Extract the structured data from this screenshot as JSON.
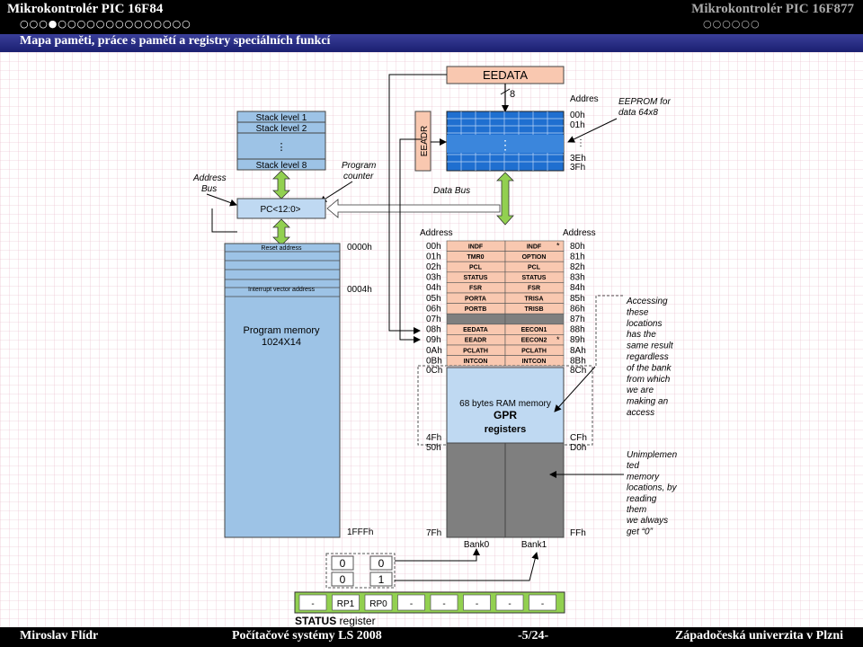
{
  "header": {
    "left_title": "Mikrokontrolér PIC 16F84",
    "right_title": "Mikrokontrolér PIC 16F877",
    "left_nav_dots": "○○○●○○○○○○○○○○○○○○",
    "right_nav_dots": "○○○○○○",
    "subtitle": "Mapa paměti, práce s pamětí a registry speciálních funkcí"
  },
  "footer": {
    "author": "Miroslav Flídr",
    "course": "Počítačové systémy LS 2008",
    "page": "-5/24-",
    "university": "Západočeská univerzita v Plzni"
  },
  "diagram": {
    "eedata_label": "EEDATA",
    "bus8_label": "8",
    "eeadr_label": "EEADR",
    "addres_header": "Addres",
    "eeprom_addrs": [
      "00h",
      "01h",
      "3Eh",
      "3Fh"
    ],
    "eeprom_note": [
      "EEPROM for",
      "data 64x8"
    ],
    "stack_levels": [
      "Stack level 1",
      "Stack level 2",
      "Stack level 8"
    ],
    "address_bus_label": [
      "Address",
      "Bus"
    ],
    "program_counter_label": [
      "Program",
      "counter"
    ],
    "pc_label": "PC<12:0>",
    "data_bus_label": "Data Bus",
    "reset_address": "Reset address",
    "interrupt_vector": "Interrupt vector address",
    "program_memory": [
      "Program memory",
      "1024X14"
    ],
    "pm_addresses": [
      "0000h",
      "0004h",
      "1FFFh"
    ],
    "address_header": "Address",
    "bank0_addrs": [
      "00h",
      "01h",
      "02h",
      "03h",
      "04h",
      "05h",
      "06h",
      "07h",
      "08h",
      "09h",
      "0Ah",
      "0Bh"
    ],
    "bank1_addrs": [
      "80h",
      "81h",
      "82h",
      "83h",
      "84h",
      "85h",
      "86h",
      "87h",
      "88h",
      "89h",
      "8Ah",
      "8Bh"
    ],
    "bank0_regs": [
      "INDF",
      "TMR0",
      "PCL",
      "STATUS",
      "FSR",
      "PORTA",
      "PORTB",
      "",
      "EEDATA",
      "EEADR",
      "PCLATH",
      "INTCON"
    ],
    "bank1_regs": [
      "INDF",
      "OPTION",
      "PCL",
      "STATUS",
      "FSR",
      "TRISA",
      "TRISB",
      "",
      "EECON1",
      "EECON2",
      "PCLATH",
      "INTCON"
    ],
    "star_marks": [
      "*",
      "*"
    ],
    "gpr_addrs_left": [
      "0Ch",
      "4Fh",
      "50h",
      "7Fh"
    ],
    "gpr_addrs_right": [
      "8Ch",
      "CFh",
      "D0h",
      "FFh"
    ],
    "gpr_title": "68 bytes RAM memory",
    "gpr_label1": "GPR",
    "gpr_label2": "registers",
    "bank_labels": [
      "Bank0",
      "Bank1"
    ],
    "accessing_note": [
      "Accessing",
      "these",
      "locations",
      "has the",
      "same result",
      "regardless",
      "of the bank",
      "from which",
      "we are",
      "making an",
      "access"
    ],
    "unimpl_note": [
      "Unimplemen",
      "ted",
      "memory",
      "locations, by",
      "reading",
      "them",
      "we always",
      "get “0”"
    ],
    "rp_row1": [
      "0",
      "0"
    ],
    "rp_row2": [
      "0",
      "1"
    ],
    "status_bits": [
      "-",
      "RP1",
      "RP0",
      "-",
      "-",
      "-",
      "-",
      "-"
    ],
    "status_bold": "STATUS",
    "status_rest": " register",
    "ellipsis": "⋮"
  },
  "colors": {
    "grid": "#e6b6c6",
    "salmon": "#f9c8b0",
    "blue": "#9dc3e6",
    "lightblue": "#bfd9f2",
    "darkgray": "#7f7f7f",
    "midgray": "#a6a6a6",
    "eeprom_blue": "#1f6fd0",
    "green": "#92d050"
  }
}
